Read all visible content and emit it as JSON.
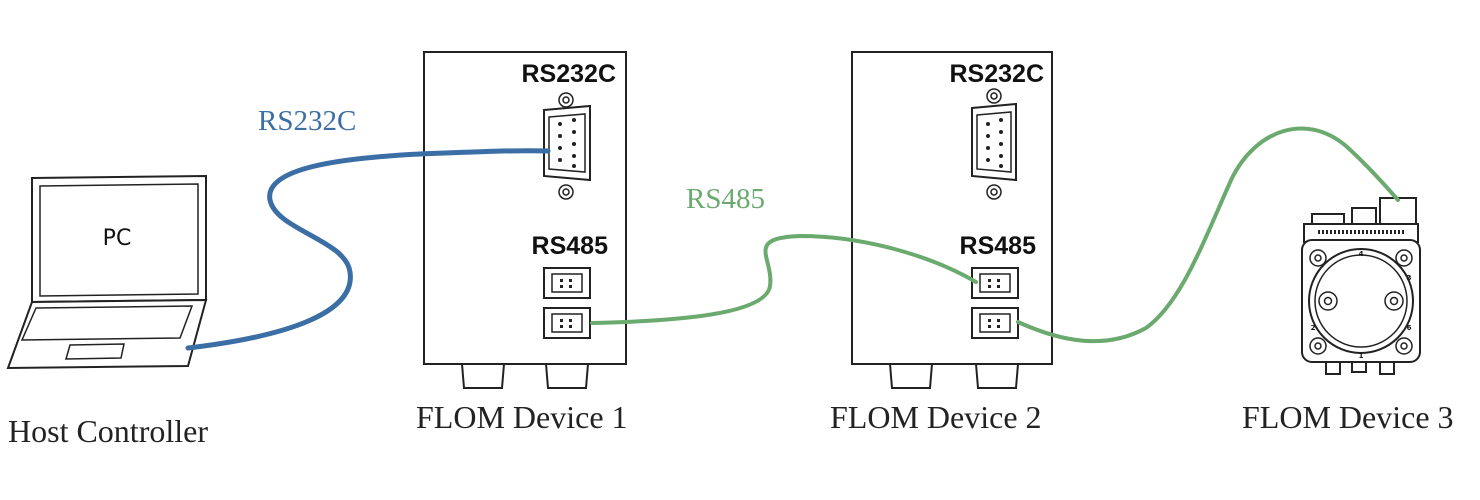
{
  "devices": {
    "host_label": "Host Controller",
    "pc_screen_text": "PC",
    "device1_label": "FLOM Device 1",
    "device2_label": "FLOM Device 2",
    "device3_label": "FLOM Device 3",
    "panel_rs232_label": "RS232C",
    "panel_rs485_label": "RS485"
  },
  "cables": {
    "rs232_label": "RS232C",
    "rs485_label": "RS485",
    "rs232_color": "#3a6ea5",
    "rs485_color": "#6aaa6e"
  },
  "device3_pin_labels": [
    "4",
    "3",
    "2",
    "6",
    "1"
  ]
}
